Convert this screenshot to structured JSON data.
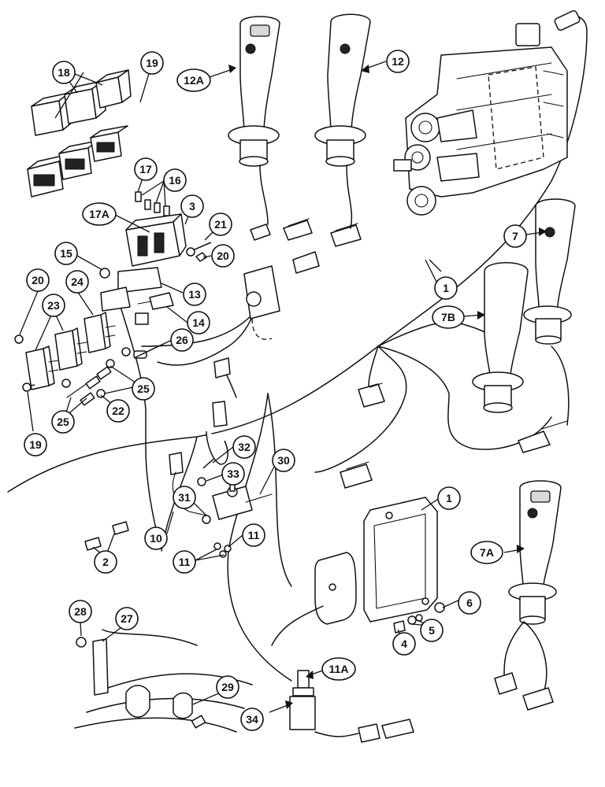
{
  "callouts": {
    "c1a": "1",
    "c1b": "1",
    "c2": "2",
    "c3": "3",
    "c4": "4",
    "c5": "5",
    "c6": "6",
    "c7": "7",
    "c7a": "7A",
    "c7b": "7B",
    "c10": "10",
    "c11a": "11",
    "c11b": "11",
    "c11A": "11A",
    "c12": "12",
    "c12a": "12A",
    "c13": "13",
    "c14": "14",
    "c15": "15",
    "c16": "16",
    "c17": "17",
    "c17a": "17A",
    "c18": "18",
    "c19a": "19",
    "c19b": "19",
    "c20a": "20",
    "c20b": "20",
    "c21": "21",
    "c22": "22",
    "c23": "23",
    "c24": "24",
    "c25a": "25",
    "c25b": "25",
    "c26": "26",
    "c27": "27",
    "c28": "28",
    "c29": "29",
    "c30": "30",
    "c31": "31",
    "c32": "32",
    "c33": "33",
    "c34": "34"
  }
}
